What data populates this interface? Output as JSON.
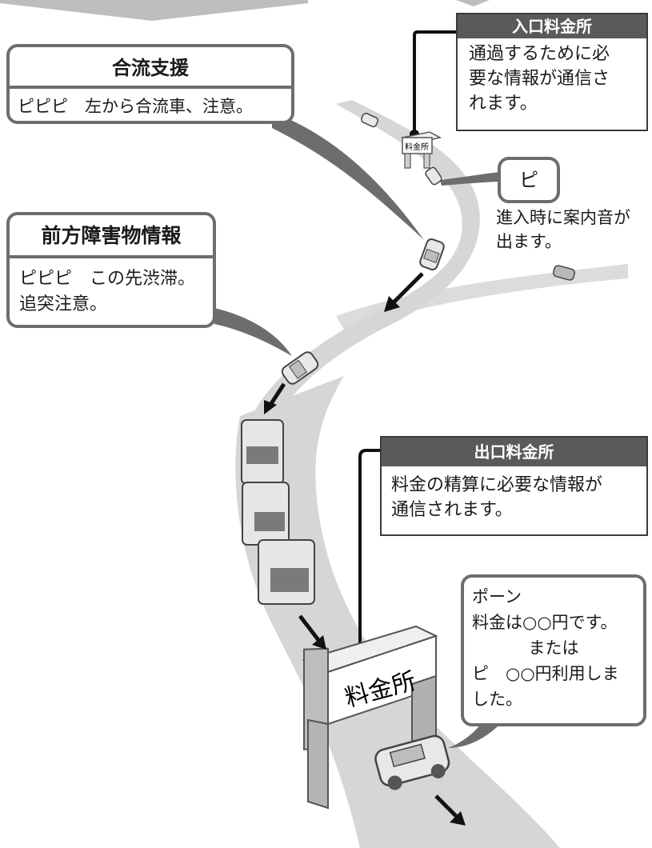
{
  "bubbles": {
    "merge": {
      "title": "合流支援",
      "text": "ピピピ　左から合流車、注意。"
    },
    "obstacle": {
      "title": "前方障害物情報",
      "text": "ピピピ　この先渋滞。\n追突注意。"
    },
    "beep": {
      "text": "ピ"
    },
    "exit_voice": {
      "line1": "ポーン",
      "line2": "料金は○○円です。",
      "line3": "または",
      "line4": "ピ　○○円利用しま\nした。"
    }
  },
  "entrance": {
    "header": "入口料金所",
    "text": "通過するために必\n要な情報が通信さ\nれます。"
  },
  "exit": {
    "header": "出口料金所",
    "text": "料金の精算に必要な情報が\n通信されます。"
  },
  "beep_caption": "進入時に案内音が\n出ます。",
  "gates": {
    "small_sign": "料金所",
    "large_sign": "料金所"
  },
  "colors": {
    "road": "#d9d9d9",
    "border": "#6d6d6d",
    "header": "#5a5a5a",
    "arrow": "#111111"
  }
}
